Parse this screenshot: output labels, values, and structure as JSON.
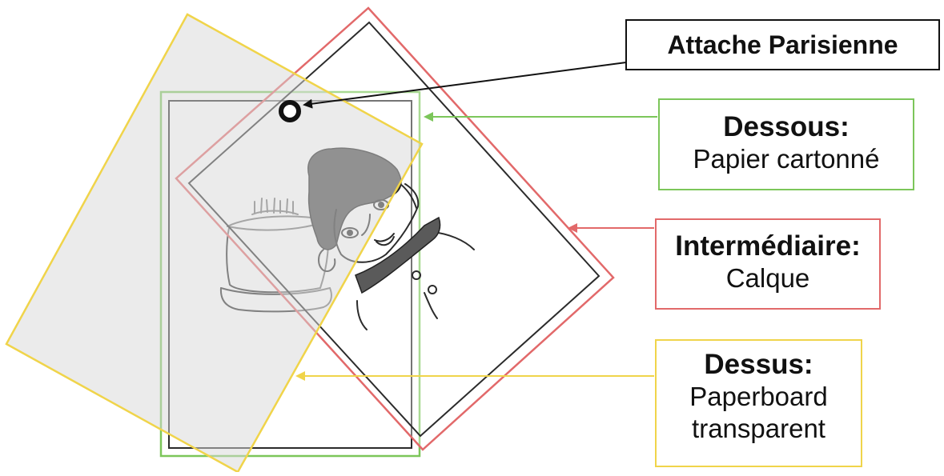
{
  "labels": {
    "attache": {
      "title": "Attache Parisienne"
    },
    "dessous": {
      "title": "Dessous:",
      "material": "Papier cartonné"
    },
    "intermediaire": {
      "title": "Intermédiaire:",
      "material": "Calque"
    },
    "dessus": {
      "title": "Dessus:",
      "material_line1": "Paperboard",
      "material_line2": "transparent"
    }
  },
  "colors": {
    "dessous": "#7cc65a",
    "intermediaire": "#e2696a",
    "dessus": "#f0d44a",
    "attache": "#111111"
  }
}
